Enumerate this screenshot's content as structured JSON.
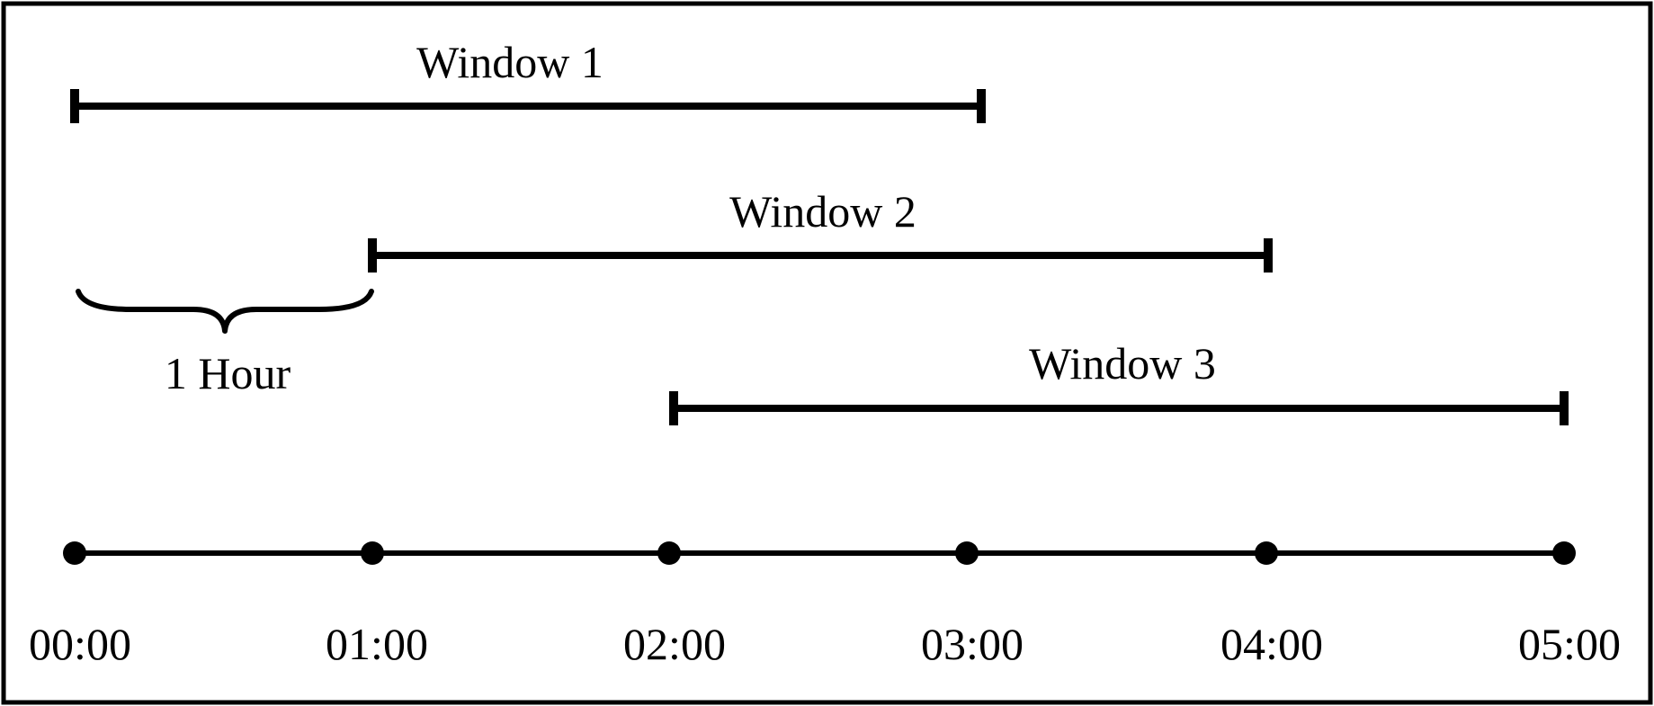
{
  "timeline": {
    "ticks": [
      "00:00",
      "01:00",
      "02:00",
      "03:00",
      "04:00",
      "05:00"
    ]
  },
  "windows": [
    {
      "label": "Window 1",
      "start": "00:00",
      "end": "03:00"
    },
    {
      "label": "Window 2",
      "start": "01:00",
      "end": "04:00"
    },
    {
      "label": "Window 3",
      "start": "02:00",
      "end": "05:00"
    }
  ],
  "step": {
    "label": "1 Hour",
    "from": "00:00",
    "to": "01:00"
  },
  "colors": {
    "stroke": "#000000",
    "background": "#ffffff"
  }
}
